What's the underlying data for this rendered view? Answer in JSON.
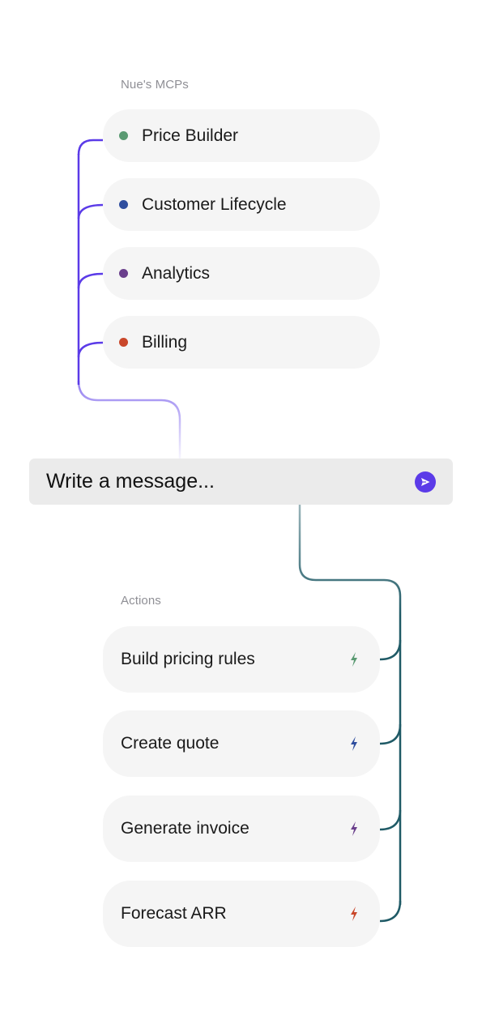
{
  "mcps": {
    "label": "Nue's MCPs",
    "items": [
      {
        "label": "Price Builder",
        "dot_color": "#5a9a72"
      },
      {
        "label": "Customer Lifecycle",
        "dot_color": "#2f4e9e"
      },
      {
        "label": "Analytics",
        "dot_color": "#6a3f8c"
      },
      {
        "label": "Billing",
        "dot_color": "#c9472a"
      }
    ]
  },
  "composer": {
    "placeholder": "Write a message...",
    "send_icon": "send-arrow-icon",
    "send_color": "#5b3be8"
  },
  "actions": {
    "label": "Actions",
    "items": [
      {
        "label": "Build pricing rules",
        "icon": "bolt-icon",
        "icon_color": "#5a9a72"
      },
      {
        "label": "Create quote",
        "icon": "bolt-icon",
        "icon_color": "#2f4e9e"
      },
      {
        "label": "Generate invoice",
        "icon": "bolt-icon",
        "icon_color": "#6a3f8c"
      },
      {
        "label": "Forecast ARR",
        "icon": "bolt-icon",
        "icon_color": "#c9472a"
      }
    ]
  },
  "colors": {
    "mcp_connector": "#5b3be8",
    "action_connector": "#1f5a66"
  }
}
